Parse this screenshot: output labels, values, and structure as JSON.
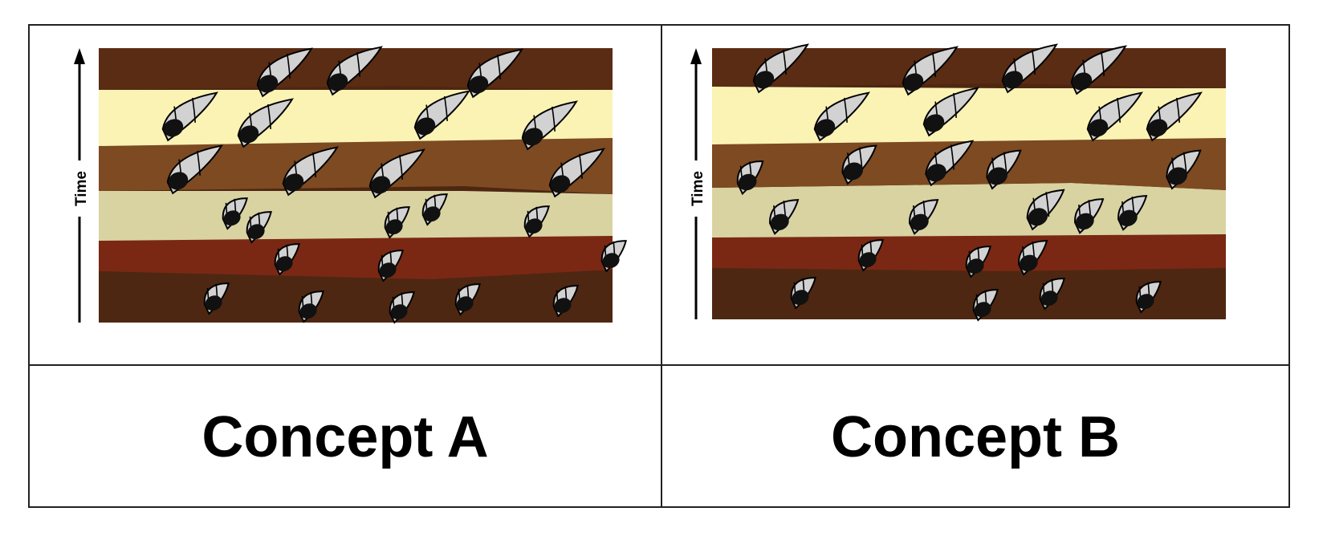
{
  "concepts": [
    {
      "caption": "Concept A",
      "axis_label": "Time"
    },
    {
      "caption": "Concept B",
      "axis_label": "Time"
    }
  ],
  "colors": {
    "dark_brown": "#5a2c14",
    "cream": "#fbf3b4",
    "medium_brown": "#7d4a22",
    "sand": "#d9d3a2",
    "rust": "#7a2814",
    "deep_brown": "#4e2712",
    "shell_fill": "#d2d2d2",
    "shell_aperture": "#111111"
  }
}
